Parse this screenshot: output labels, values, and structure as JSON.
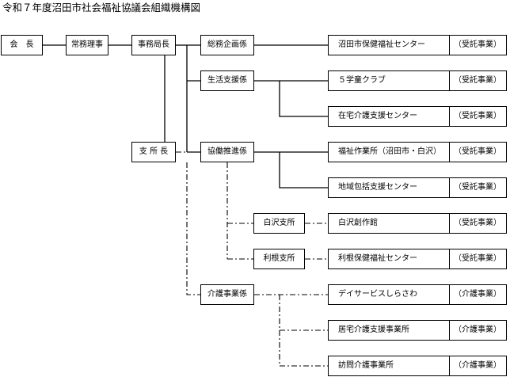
{
  "title": "令和７年度沼田市社会福祉協議会組織機構図",
  "nodes": {
    "president": "会　長",
    "director": "常務理事",
    "secretary_general": "事務局長",
    "branch_manager": "支 所 長",
    "general_planning": "総務企画係",
    "life_support": "生活支援係",
    "collaboration": "協働推進係",
    "care_business": "介護事業係",
    "shirasawa_branch": "白沢支所",
    "tone_branch": "利根支所"
  },
  "services": [
    {
      "name": "沼田市保健福祉センター",
      "tag": "（受託事業）"
    },
    {
      "name": "５学童クラブ",
      "tag": "（受託事業）"
    },
    {
      "name": "在宅介護支援センター",
      "tag": "（受託事業）"
    },
    {
      "name": "福祉作業所（沼田市・白沢）",
      "tag": "（受託事業）"
    },
    {
      "name": "地域包括支援センター",
      "tag": "（受託事業）"
    },
    {
      "name": "白沢創作館",
      "tag": "（受託事業）"
    },
    {
      "name": "利根保健福祉センター",
      "tag": "（受託事業）"
    },
    {
      "name": "デイサービスしらさわ",
      "tag": "（介護事業）"
    },
    {
      "name": "居宅介護支援事業所",
      "tag": "（介護事業）"
    },
    {
      "name": "訪問介護事業所",
      "tag": "（介護事業）"
    }
  ]
}
